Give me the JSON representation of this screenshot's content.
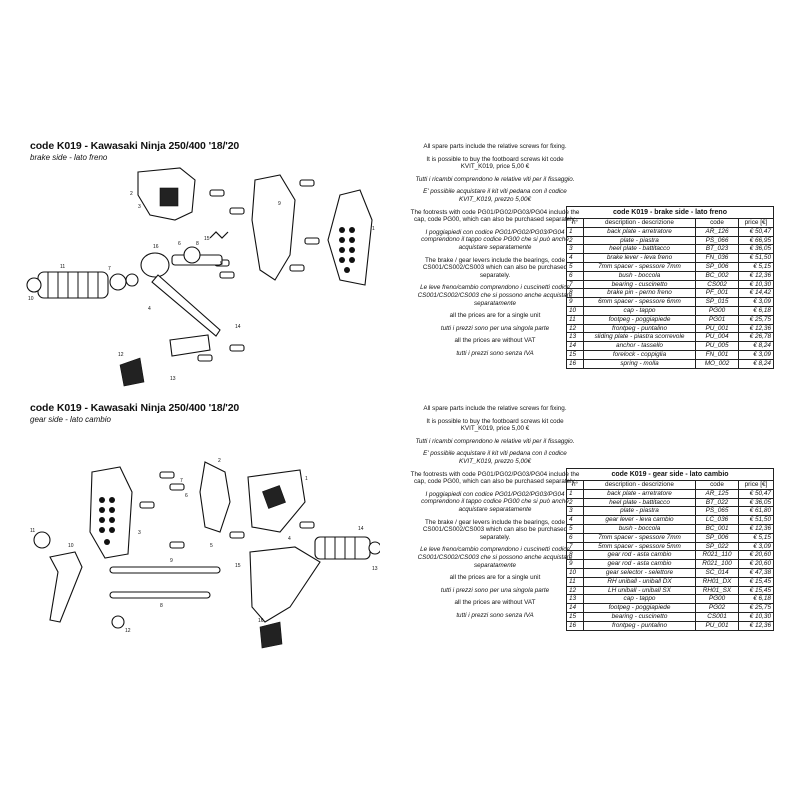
{
  "sections": {
    "brake": {
      "title": "code K019 - Kawasaki Ninja 250/400 '18/'20",
      "subtitle": "brake side - lato freno",
      "notes": [
        {
          "text": "All spare parts include the relative screws for fixing.",
          "italic": false
        },
        {
          "text": "It is possible to buy the footboard screws kit code KVIT_K019, price 5,00 €",
          "italic": false
        },
        {
          "text": "Tutti i ricambi comprendono le relative viti per il fissaggio.",
          "italic": true
        },
        {
          "text": "E' possibile acquistare il kit viti pedana con il codice KVIT_K019, prezzo 5,00€",
          "italic": true
        },
        {
          "text": "The footrests with code PG01/PG02/PG03/PG04 include the cap, code PG00, which can also be purchased separately.",
          "italic": false
        },
        {
          "text": "I poggiapiedi con codice PG01/PG02/PG03/PG04 comprendono il tappo codice PG00 che si può anche acquistare separatamente",
          "italic": true
        },
        {
          "text": "The brake / gear levers include the bearings, code CS001/CS002/CS003 which can also be purchased separately.",
          "italic": false
        },
        {
          "text": "Le leve freno/cambio comprendono i cuscinetti codice CS001/CS002/CS003 che si possono anche acquistare separatamente",
          "italic": true
        },
        {
          "text": "all the prices are for a single unit",
          "italic": false
        },
        {
          "text": "tutti i prezzi sono per una singola parte",
          "italic": true
        },
        {
          "text": "all the prices are without VAT",
          "italic": false
        },
        {
          "text": "tutti i prezzi sono senza IVA",
          "italic": true
        }
      ],
      "table": {
        "caption": "code K019 - brake side - lato freno",
        "headers": [
          "n°",
          "description - descrizione",
          "code",
          "price [€]"
        ],
        "rows": [
          [
            "1",
            "back plate - arretratore",
            "AR_126",
            "€ 50,47"
          ],
          [
            "2",
            "plate - piastra",
            "PS_066",
            "€ 66,95"
          ],
          [
            "3",
            "heel plate - battitacco",
            "BT_023",
            "€ 36,05"
          ],
          [
            "4",
            "brake lever - leva freno",
            "FN_036",
            "€ 51,50"
          ],
          [
            "5",
            "7mm spacer - spessore 7mm",
            "SP_006",
            "€ 5,15"
          ],
          [
            "6",
            "bush - boccola",
            "BC_002",
            "€ 12,36"
          ],
          [
            "7",
            "bearing - cuscinetto",
            "CS002",
            "€ 10,30"
          ],
          [
            "8",
            "brake pin - perno freno",
            "PF_001",
            "€ 14,42"
          ],
          [
            "9",
            "6mm spacer - spessore 6mm",
            "SP_015",
            "€ 3,09"
          ],
          [
            "10",
            "cap - tappo",
            "PG00",
            "€ 6,18"
          ],
          [
            "11",
            "footpeg - poggiapiede",
            "PG01",
            "€ 25,75"
          ],
          [
            "12",
            "frontpeg - puntalino",
            "PU_001",
            "€ 12,36"
          ],
          [
            "13",
            "sliding plate - piastra scorrevole",
            "PU_004",
            "€ 26,78"
          ],
          [
            "14",
            "anchor - tassello",
            "PU_005",
            "€ 8,24"
          ],
          [
            "15",
            "forelock - coppiglia",
            "FN_001",
            "€ 3,09"
          ],
          [
            "16",
            "spring - molla",
            "MO_002",
            "€ 8,24"
          ]
        ]
      }
    },
    "gear": {
      "title": "code K019 - Kawasaki Ninja 250/400 '18/'20",
      "subtitle": "gear side - lato cambio",
      "notes": [
        {
          "text": "All spare parts include the relative screws for fixing.",
          "italic": false
        },
        {
          "text": "It is possible to buy the footboard screws kit code KVIT_K019, price 5,00 €",
          "italic": false
        },
        {
          "text": "Tutti i ricambi comprendono le relative viti per il fissaggio.",
          "italic": true
        },
        {
          "text": "E' possibile acquistare il kit viti pedana con il codice KVIT_K019, prezzo 5,00€",
          "italic": true
        },
        {
          "text": "The footrests with code PG01/PG02/PG03/PG04 include the cap, code PG00, which can also be purchased separately.",
          "italic": false
        },
        {
          "text": "I poggiapiedi con codice PG01/PG02/PG03/PG04 comprendono il tappo codice PG00 che si può anche acquistare separatamente",
          "italic": true
        },
        {
          "text": "The brake / gear levers include the bearings, code CS001/CS002/CS003 which can also be purchased separately.",
          "italic": false
        },
        {
          "text": "Le leve freno/cambio comprendono i cuscinetti codice CS001/CS002/CS003 che si possono anche acquistare separatamente",
          "italic": true
        },
        {
          "text": "all the prices are for a single unit",
          "italic": false
        },
        {
          "text": "tutti i prezzi sono per una singola parte",
          "italic": true
        },
        {
          "text": "all the prices are without VAT",
          "italic": false
        },
        {
          "text": "tutti i prezzi sono senza IVA",
          "italic": true
        }
      ],
      "table": {
        "caption": "code K019 - gear side - lato cambio",
        "headers": [
          "n°",
          "description - descrizione",
          "code",
          "price [€]"
        ],
        "rows": [
          [
            "1",
            "back plate - arretratore",
            "AR_125",
            "€ 50,47"
          ],
          [
            "2",
            "heel plate - battitacco",
            "BT_022",
            "€ 36,05"
          ],
          [
            "3",
            "plate - piastra",
            "PS_065",
            "€ 61,80"
          ],
          [
            "4",
            "gear lever - leva cambio",
            "LC_036",
            "€ 51,50"
          ],
          [
            "5",
            "bush - boccola",
            "BC_001",
            "€ 12,36"
          ],
          [
            "6",
            "7mm spacer - spessore 7mm",
            "SP_006",
            "€ 5,15"
          ],
          [
            "7",
            "5mm spacer - spessore 5mm",
            "SP_022",
            "€ 3,09"
          ],
          [
            "8",
            "gear rod - asta cambio",
            "R021_110",
            "€ 20,60"
          ],
          [
            "9",
            "gear rod - asta cambio",
            "R021_100",
            "€ 20,60"
          ],
          [
            "10",
            "gear selector - selettore",
            "SC_014",
            "€ 47,38"
          ],
          [
            "11",
            "RH uniball - uniball DX",
            "RH01_DX",
            "€ 15,45"
          ],
          [
            "12",
            "LH uniball - uniball SX",
            "RH01_SX",
            "€ 15,45"
          ],
          [
            "13",
            "cap - tappo",
            "PG00",
            "€ 6,18"
          ],
          [
            "14",
            "footpeg - poggiapiede",
            "PG02",
            "€ 25,75"
          ],
          [
            "15",
            "bearing - cuscinetto",
            "CS001",
            "€ 10,30"
          ],
          [
            "16",
            "frontpeg - puntalino",
            "PU_001",
            "€ 12,36"
          ]
        ]
      }
    }
  },
  "diagram_labels": {
    "brake": [
      "1",
      "2",
      "3",
      "4",
      "5",
      "6",
      "7",
      "8",
      "9",
      "10",
      "11",
      "12",
      "13",
      "14",
      "15",
      "16"
    ],
    "gear": [
      "1",
      "2",
      "3",
      "4",
      "5",
      "6",
      "7",
      "8",
      "9",
      "10",
      "11",
      "12",
      "13",
      "14",
      "15",
      "16"
    ]
  }
}
